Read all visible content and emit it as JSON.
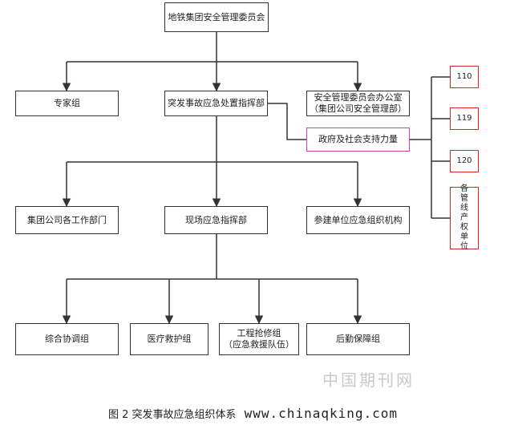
{
  "nodes": {
    "top": "地铁集团安全管理委员会",
    "experts": "专家组",
    "command": "突发事故应急处置指挥部",
    "office": [
      "安全管理委员会办公室",
      "（集团公司安全管理部）"
    ],
    "govsupport": "政府及社会支持力量",
    "hotline110": "110",
    "hotline119": "119",
    "hotline120": "120",
    "lineunits": [
      "各",
      "管",
      "线",
      "产",
      "权",
      "单",
      "位"
    ],
    "departments": "集团公司各工作部门",
    "sitecommand": "现场应急指挥部",
    "participants": "参建单位应急组织机构",
    "coordination": "综合协调组",
    "medical": "医疗救护组",
    "engineering": [
      "工程抢修组",
      "（应急救援队伍）"
    ],
    "logistics": "后勤保障组"
  },
  "colors": {
    "line": "#333333",
    "government_border": "#d63aa6",
    "hotline_border": "#e02424",
    "watermark": "#c9c9c9"
  },
  "watermark": "中国期刊网",
  "caption": {
    "title": "图 2  突发事故应急组织体系",
    "url": "www.chinaqking.com"
  }
}
